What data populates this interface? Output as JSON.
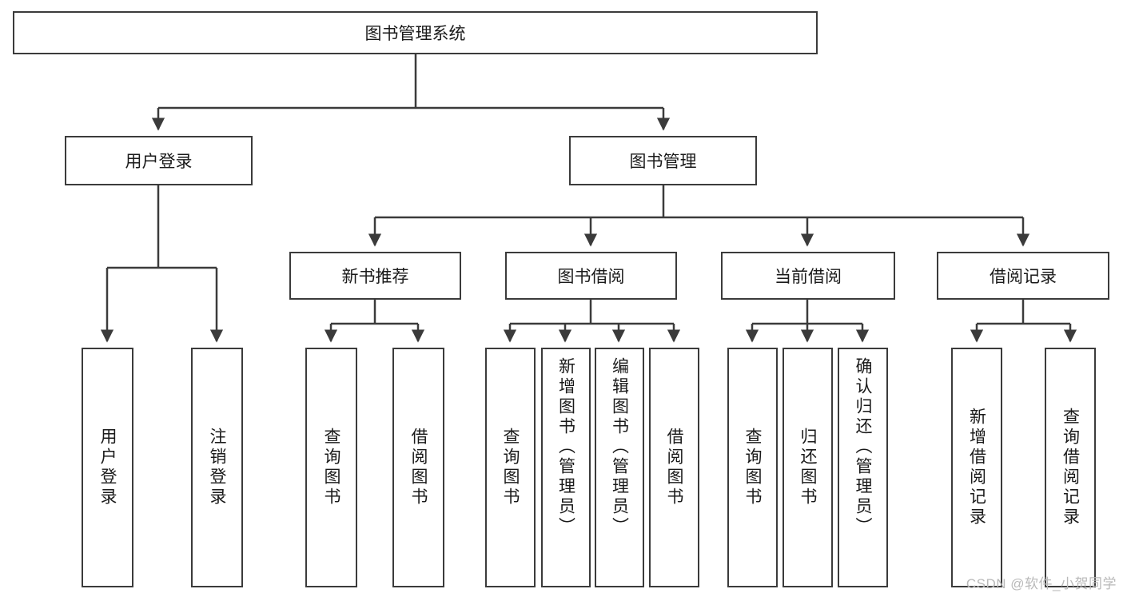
{
  "diagram": {
    "title_node": {
      "label": "图书管理系统"
    },
    "level1": [
      {
        "id": "user-login",
        "label": "用户登录"
      },
      {
        "id": "book-manage",
        "label": "图书管理"
      }
    ],
    "level2": [
      {
        "id": "new-book-recommend",
        "label": "新书推荐"
      },
      {
        "id": "book-borrow",
        "label": "图书借阅"
      },
      {
        "id": "current-borrow",
        "label": "当前借阅"
      },
      {
        "id": "borrow-record",
        "label": "借阅记录"
      }
    ],
    "leaves": {
      "user_login": [
        {
          "id": "user-login-leaf",
          "label": "用户登录"
        },
        {
          "id": "logout-leaf",
          "label": "注销登录"
        }
      ],
      "new_book_recommend": [
        {
          "id": "query-book-1",
          "label": "查询图书"
        },
        {
          "id": "borrow-book-1",
          "label": "借阅图书"
        }
      ],
      "book_borrow": [
        {
          "id": "query-book-2",
          "label": "查询图书"
        },
        {
          "id": "add-book",
          "label": "新增图书（管理员）"
        },
        {
          "id": "edit-book",
          "label": "编辑图书（管理员）"
        },
        {
          "id": "borrow-book-2",
          "label": "借阅图书"
        }
      ],
      "current_borrow": [
        {
          "id": "query-book-3",
          "label": "查询图书"
        },
        {
          "id": "return-book",
          "label": "归还图书"
        },
        {
          "id": "confirm-return",
          "label": "确认归还（管理员）"
        }
      ],
      "borrow_record": [
        {
          "id": "add-borrow-record",
          "label": "新增借阅记录"
        },
        {
          "id": "query-borrow-record",
          "label": "查询借阅记录"
        }
      ]
    }
  },
  "watermark": {
    "text": "CSDN @软件_小贺同学"
  },
  "colors": {
    "border": "#3b3b3b",
    "background": "#ffffff",
    "text": "#1a1a1a",
    "watermark": "#b9b9b9"
  }
}
